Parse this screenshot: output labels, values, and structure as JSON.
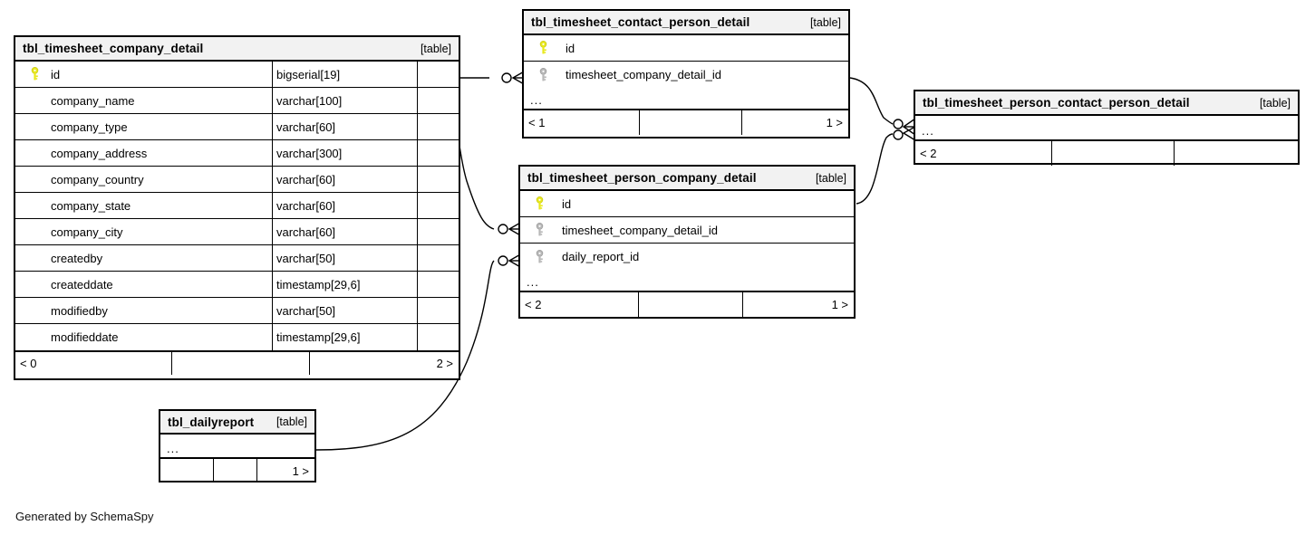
{
  "diagram": {
    "generator_credit": "Generated by SchemaSpy",
    "table_tag": "[table]",
    "ellipsis": "...",
    "icons": {
      "primary_key": "key-icon-yellow",
      "foreign_key": "key-icon-grey"
    },
    "colors": {
      "pk_key": "#e8e81f",
      "fk_key": "#b3b3b3",
      "header_bg": "#f2f2f2",
      "border": "#000000",
      "background": "#ffffff"
    }
  },
  "tables": [
    {
      "id": "tbl_timesheet_company_detail",
      "name": "tbl_timesheet_company_detail",
      "tag": "[table]",
      "columns": [
        {
          "key": "pk",
          "name": "id",
          "type": "bigserial[19]"
        },
        {
          "key": "none",
          "name": "company_name",
          "type": "varchar[100]"
        },
        {
          "key": "none",
          "name": "company_type",
          "type": "varchar[60]"
        },
        {
          "key": "none",
          "name": "company_address",
          "type": "varchar[300]"
        },
        {
          "key": "none",
          "name": "company_country",
          "type": "varchar[60]"
        },
        {
          "key": "none",
          "name": "company_state",
          "type": "varchar[60]"
        },
        {
          "key": "none",
          "name": "company_city",
          "type": "varchar[60]"
        },
        {
          "key": "none",
          "name": "createdby",
          "type": "varchar[50]"
        },
        {
          "key": "none",
          "name": "createddate",
          "type": "timestamp[29,6]"
        },
        {
          "key": "none",
          "name": "modifiedby",
          "type": "varchar[50]"
        },
        {
          "key": "none",
          "name": "modifieddate",
          "type": "timestamp[29,6]"
        }
      ],
      "footer": {
        "left": "< 0",
        "middle": "",
        "right": "2 >"
      }
    },
    {
      "id": "tbl_timesheet_contact_person_detail",
      "name": "tbl_timesheet_contact_person_detail",
      "tag": "[table]",
      "columns": [
        {
          "key": "pk",
          "name": "id",
          "type": ""
        },
        {
          "key": "fk",
          "name": "timesheet_company_detail_id",
          "type": ""
        }
      ],
      "more": "...",
      "footer": {
        "left": "< 1",
        "middle": "",
        "right": "1 >"
      }
    },
    {
      "id": "tbl_timesheet_person_company_detail",
      "name": "tbl_timesheet_person_company_detail",
      "tag": "[table]",
      "columns": [
        {
          "key": "pk",
          "name": "id",
          "type": ""
        },
        {
          "key": "fk",
          "name": "timesheet_company_detail_id",
          "type": ""
        },
        {
          "key": "fk",
          "name": "daily_report_id",
          "type": ""
        }
      ],
      "more": "...",
      "footer": {
        "left": "< 2",
        "middle": "",
        "right": "1 >"
      }
    },
    {
      "id": "tbl_timesheet_person_contact_person_detail",
      "name": "tbl_timesheet_person_contact_person_detail",
      "tag": "[table]",
      "columns": [],
      "more": "...",
      "footer": {
        "left": "< 2",
        "middle": "",
        "right": ""
      }
    },
    {
      "id": "tbl_dailyreport",
      "name": "tbl_dailyreport",
      "tag": "[table]",
      "columns": [],
      "more": "...",
      "footer": {
        "left": "",
        "middle": "",
        "right": "1 >"
      }
    }
  ],
  "relationships": [
    {
      "from": "tbl_timesheet_company_detail.id",
      "to": "tbl_timesheet_contact_person_detail.timesheet_company_detail_id"
    },
    {
      "from": "tbl_timesheet_company_detail.id",
      "to": "tbl_timesheet_person_company_detail.timesheet_company_detail_id"
    },
    {
      "from": "tbl_dailyreport",
      "to": "tbl_timesheet_person_company_detail.daily_report_id"
    },
    {
      "from": "tbl_timesheet_contact_person_detail",
      "to": "tbl_timesheet_person_contact_person_detail"
    },
    {
      "from": "tbl_timesheet_person_company_detail",
      "to": "tbl_timesheet_person_contact_person_detail"
    }
  ]
}
